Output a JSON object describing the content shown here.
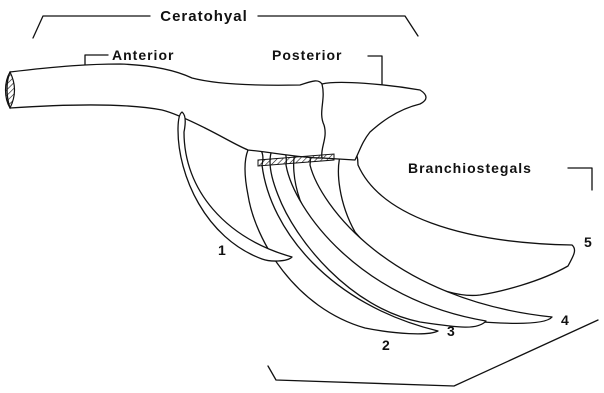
{
  "labels": {
    "ceratohyal": "Ceratohyal",
    "anterior": "Anterior",
    "posterior": "Posterior",
    "branchiostegals": "Branchiostegals",
    "ray1": "1",
    "ray2": "2",
    "ray3": "3",
    "ray4": "4",
    "ray5": "5"
  },
  "colors": {
    "ink": "#111111",
    "background": "#ffffff"
  }
}
